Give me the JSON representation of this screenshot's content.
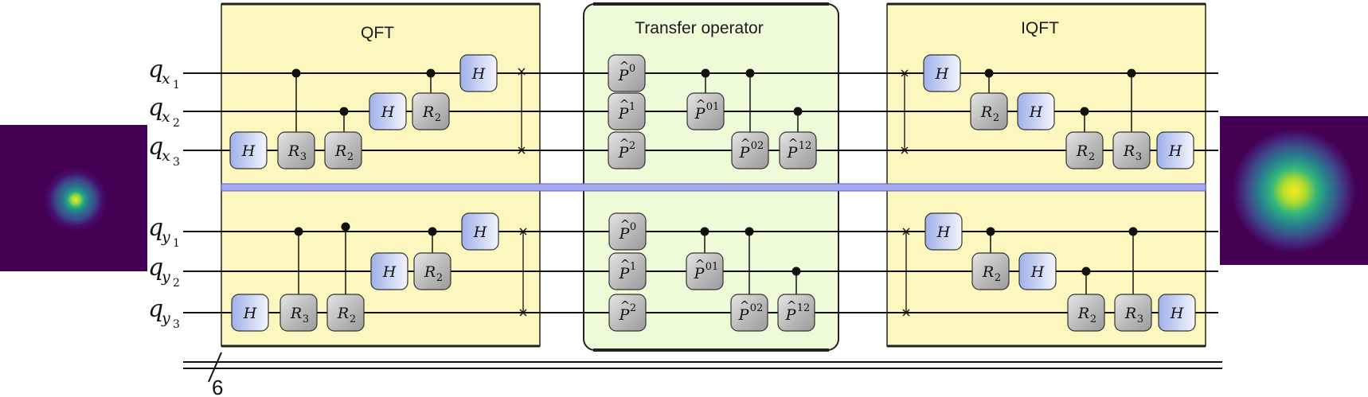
{
  "diagram": {
    "blocks": [
      {
        "id": "qft",
        "label": "QFT"
      },
      {
        "id": "transfer",
        "label": "Transfer operator"
      },
      {
        "id": "iqft",
        "label": "IQFT"
      }
    ],
    "qubits": [
      {
        "id": "x1",
        "base": "q",
        "sub": "x",
        "idx": "1"
      },
      {
        "id": "x2",
        "base": "q",
        "sub": "x",
        "idx": "2"
      },
      {
        "id": "x3",
        "base": "q",
        "sub": "x",
        "idx": "3"
      },
      {
        "id": "y1",
        "base": "q",
        "sub": "y",
        "idx": "1"
      },
      {
        "id": "y2",
        "base": "q",
        "sub": "y",
        "idx": "2"
      },
      {
        "id": "y3",
        "base": "q",
        "sub": "y",
        "idx": "3"
      }
    ],
    "gate_symbols": {
      "H": "H",
      "R": "R",
      "P": "P",
      "hat": "^"
    },
    "qft_gates": {
      "h": "H",
      "r3_sub": "3",
      "r2_sub": "2"
    },
    "transfer_gates": {
      "p0": "0",
      "p1": "1",
      "p2": "2",
      "p01": "01",
      "p02": "02",
      "p12": "12"
    },
    "bus_width": "6",
    "images": {
      "input": {
        "desc": "input-distribution",
        "center_color": "#f5e81f",
        "mid_color": "#21a685",
        "background": "#440154"
      },
      "output": {
        "desc": "output-distribution",
        "center_color": "#f5e81f",
        "mid_color": "#21a685",
        "background": "#440154"
      }
    },
    "colors": {
      "qft_block": "#fbf7be",
      "transfer_block": "#eefbd9",
      "separator": "#a7aaf1",
      "gate_gray": "#b5b5b5",
      "gate_blue": "#b9c6f0"
    }
  }
}
